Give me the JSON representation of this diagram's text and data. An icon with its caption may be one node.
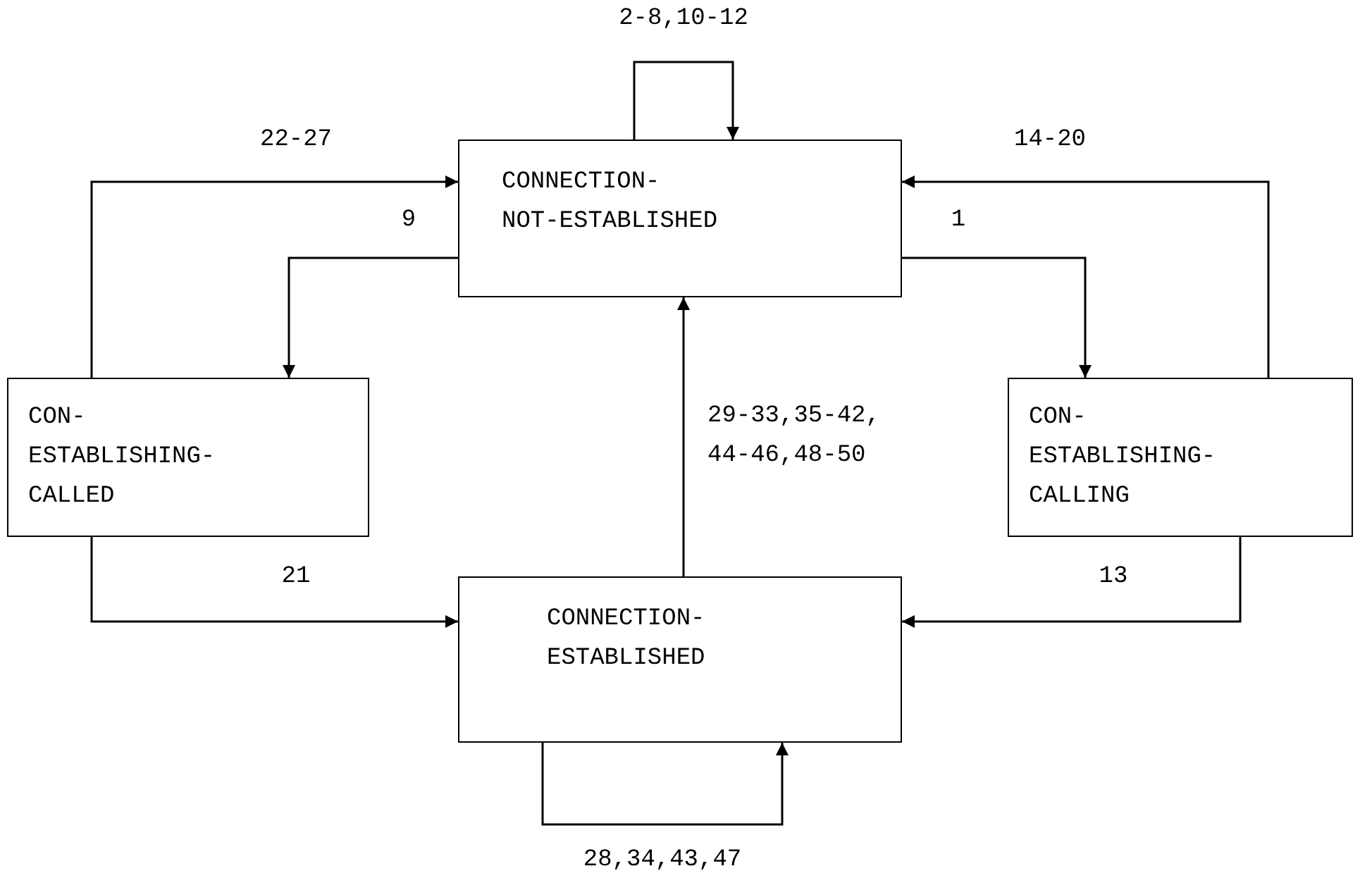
{
  "diagram": {
    "nodes": [
      {
        "text": [
          "CONNECTION- NOT-ESTABLISHED"
        ]
      },
      {
        "text": [
          "CON- ESTABLISHING- CALLED"
        ]
      },
      {
        "text": [
          "CON- ESTABLISHING- CALLING"
        ]
      },
      {
        "text": [
          "CONNECTION- ESTABLISHED"
        ]
      }
    ],
    "edges": [
      {
        "from": 0,
        "to": 0,
        "arrow": "to",
        "label": "2-8,10-12"
      },
      {
        "from": 1,
        "to": 0,
        "arrow": "to",
        "label": "22-27"
      },
      {
        "from": 2,
        "to": 0,
        "arrow": "to",
        "label": "14-20"
      },
      {
        "from": 0,
        "to": 1,
        "arrow": "to",
        "label": "9"
      },
      {
        "from": 0,
        "to": 2,
        "arrow": "to",
        "label": "1"
      },
      {
        "from": 3,
        "to": 0,
        "arrow": "to",
        "label": "29-33,35-42, 44-46,48-50"
      },
      {
        "from": 1,
        "to": 3,
        "arrow": "to",
        "label": "21"
      },
      {
        "from": 2,
        "to": 3,
        "arrow": "to",
        "label": "13"
      },
      {
        "from": 3,
        "to": 3,
        "arrow": "to",
        "label": "28,34,43,47"
      }
    ]
  }
}
